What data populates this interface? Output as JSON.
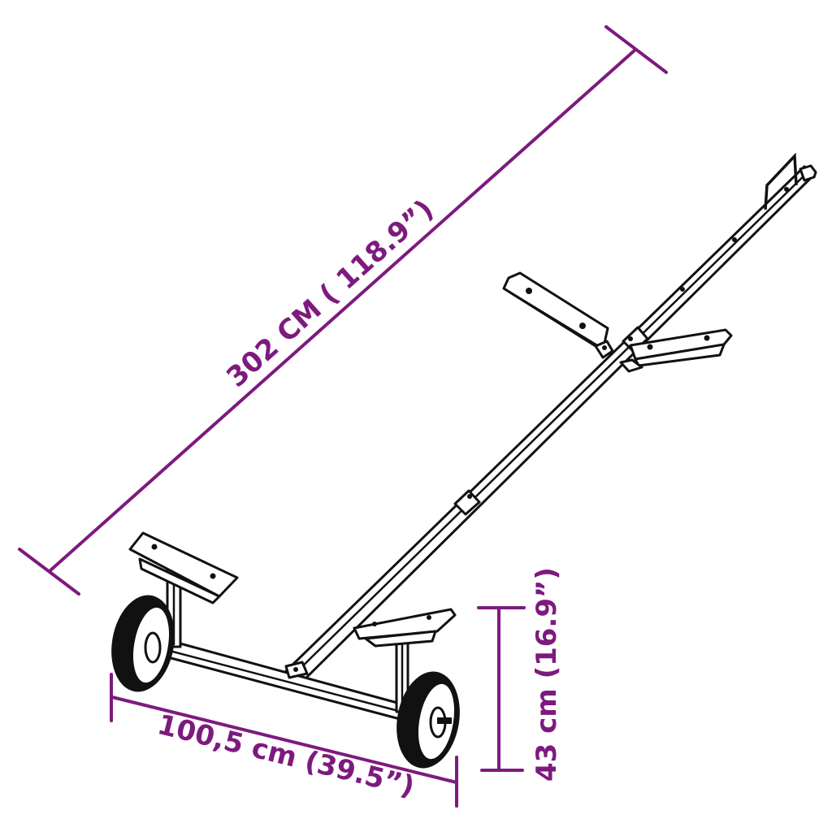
{
  "diagram": {
    "subject": "boat trolley",
    "colors": {
      "dimension": "#7d1a7e",
      "outline": "#111111",
      "background": "#ffffff"
    },
    "dimensions": {
      "length": {
        "label": "302 CM ( 118.9”)"
      },
      "width": {
        "label": "100,5 cm (39.5”)"
      },
      "height": {
        "label": "43 cm (16.9”)"
      }
    }
  }
}
